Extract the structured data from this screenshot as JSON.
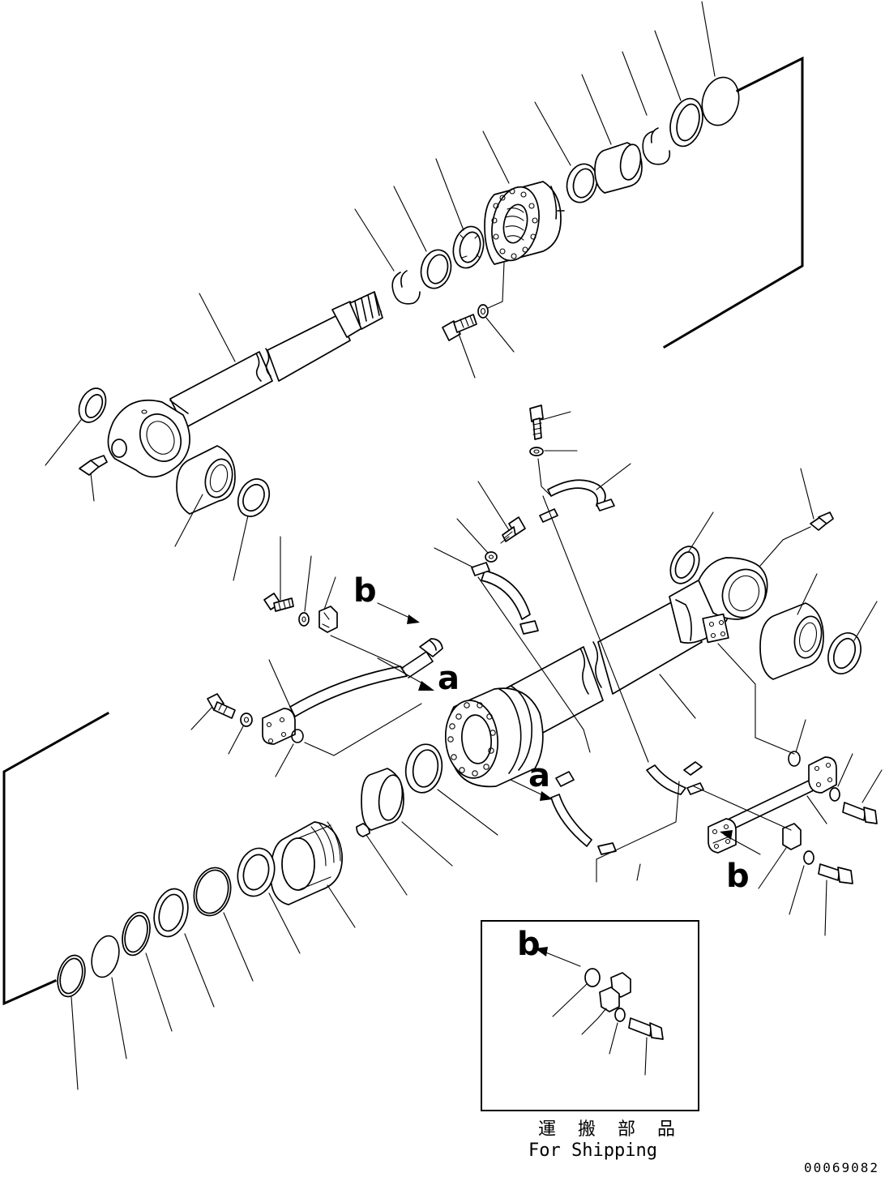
{
  "callouts": {
    "b_upper": "b",
    "a_middle": "a",
    "a_lower": "a",
    "b_lower": "b",
    "b_inset": "b"
  },
  "inset": {
    "caption_jp": "運 搬 部 品",
    "caption_en": "For Shipping"
  },
  "drawing_code": "00069082"
}
